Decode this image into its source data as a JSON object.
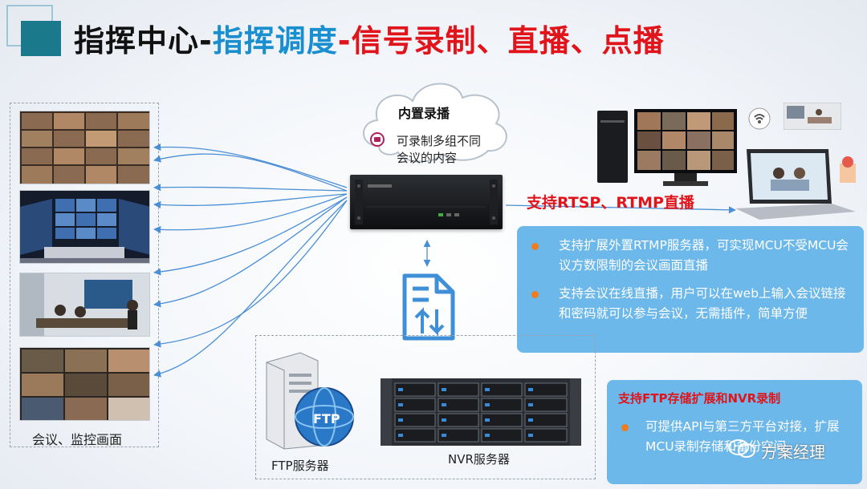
{
  "title": {
    "part1": "指挥中心-",
    "part2": "指挥调度",
    "part3": "-信号录制、直播、点播"
  },
  "cloud": {
    "label": "内置录播",
    "desc_line1": "可录制多组不同",
    "desc_line2": "会议的内容"
  },
  "left_panel": {
    "caption": "会议、监控画面"
  },
  "live": {
    "label": "支持RTSP、RTMP直播"
  },
  "info_box": {
    "items": [
      "支持扩展外置RTMP服务器，可实现MCU不受MCU会议方数限制的会议画面直播",
      "支持会议在线直播，用户可以在web上输入会议链接和密码就可以参与会议，无需插件，简单方便"
    ]
  },
  "storage": {
    "title": "支持FTP存储扩展和NVR录制",
    "item": "可提供API与第三方平台对接，扩展MCU录制存储和备份空间"
  },
  "servers": {
    "ftp_label": "FTP服务器",
    "nvr_label": "NVR服务器"
  },
  "watermark": {
    "text": "方案经理"
  },
  "colors": {
    "title_blue": "#1a8fd0",
    "title_red": "#e0141a",
    "box_blue": "#6cb8ea",
    "bullet_orange": "#ee7d22",
    "arrow_blue": "#4a8fd6"
  }
}
